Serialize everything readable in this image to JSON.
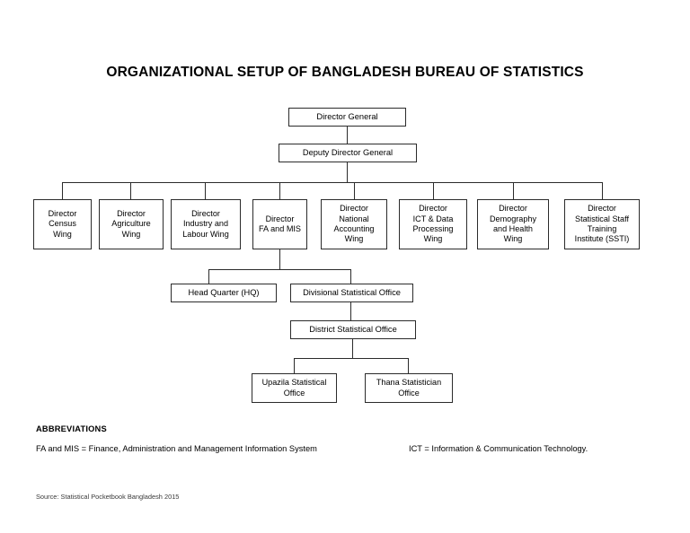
{
  "document": {
    "title": "ORGANIZATIONAL SETUP OF BANGLADESH BUREAU OF STATISTICS",
    "source": "Source: Statistical Pocketbook Bangladesh 2015"
  },
  "abbreviations": {
    "heading": "ABBREVIATIONS",
    "left": "FA and MIS = Finance, Administration and Management Information System",
    "right": "ICT = Information & Communication Technology."
  },
  "chart_data": {
    "type": "diagram",
    "title": "ORGANIZATIONAL SETUP OF BANGLADESH BUREAU OF STATISTICS",
    "levels": [
      {
        "level": 1,
        "nodes": [
          "Director General"
        ]
      },
      {
        "level": 2,
        "nodes": [
          "Deputy Director General"
        ]
      },
      {
        "level": 3,
        "nodes": [
          "Director Census Wing",
          "Director Agriculture Wing",
          "Director Industry and Labour Wing",
          "Director FA and MIS",
          "Director National Accounting Wing",
          "Director ICT & Data Processing Wing",
          "Director Demography and Health Wing",
          "Director Statistical Staff Training Institute (SSTI)"
        ]
      },
      {
        "level": 4,
        "nodes": [
          "Head Quarter (HQ)",
          "Divisional Statistical Office"
        ]
      },
      {
        "level": 5,
        "nodes": [
          "District Statistical Office"
        ]
      },
      {
        "level": 6,
        "nodes": [
          "Upazila Statistical Office",
          "Thana Statistician Office"
        ]
      }
    ],
    "edges": [
      [
        "Director General",
        "Deputy Director General"
      ],
      [
        "Deputy Director General",
        "Director Census Wing"
      ],
      [
        "Deputy Director General",
        "Director Agriculture Wing"
      ],
      [
        "Deputy Director General",
        "Director Industry and Labour Wing"
      ],
      [
        "Deputy Director General",
        "Director FA and MIS"
      ],
      [
        "Deputy Director General",
        "Director National Accounting Wing"
      ],
      [
        "Deputy Director General",
        "Director ICT & Data Processing Wing"
      ],
      [
        "Deputy Director General",
        "Director Demography and Health Wing"
      ],
      [
        "Deputy Director General",
        "Director Statistical Staff Training Institute (SSTI)"
      ],
      [
        "Director FA and MIS",
        "Head Quarter (HQ)"
      ],
      [
        "Director FA and MIS",
        "Divisional Statistical Office"
      ],
      [
        "Divisional Statistical Office",
        "District Statistical Office"
      ],
      [
        "District Statistical Office",
        "Upazila Statistical Office"
      ],
      [
        "District Statistical Office",
        "Thana Statistician Office"
      ]
    ]
  },
  "nodes": {
    "director_general": "Director General",
    "deputy_director_general": "Deputy Director General",
    "wing_census": "Director\nCensus\nWing",
    "wing_agriculture": "Director\nAgriculture\nWing",
    "wing_industry": "Director\nIndustry and\nLabour Wing",
    "wing_fa_mis": "Director\nFA and MIS",
    "wing_national_accounting": "Director\nNational\nAccounting\nWing",
    "wing_ict": "Director\nICT & Data\nProcessing\nWing",
    "wing_demography": "Director\nDemography\nand Health\nWing",
    "wing_ssti": "Director\nStatistical Staff\nTraining\nInstitute (SSTI)",
    "head_quarter": "Head Quarter (HQ)",
    "divisional_office": "Divisional Statistical Office",
    "district_office": "District Statistical Office",
    "upazila_office": "Upazila Statistical\nOffice",
    "thana_office": "Thana Statistician\nOffice"
  },
  "colors": {
    "border": "#2b2b2b",
    "text": "#000000",
    "background": "#ffffff"
  }
}
